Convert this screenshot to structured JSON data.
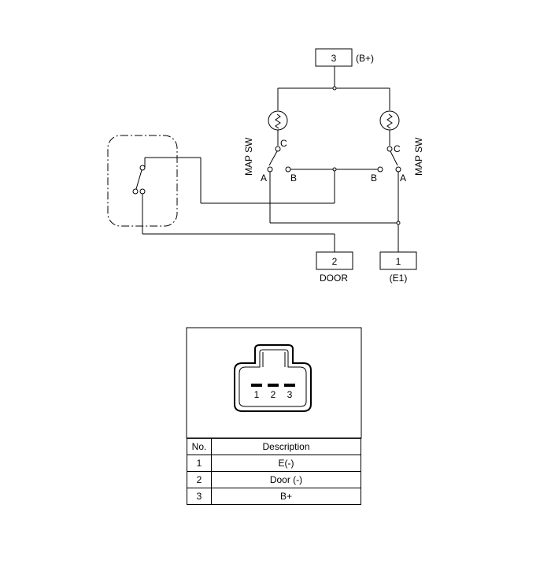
{
  "wiring": {
    "b_plus_terminal": "3",
    "b_plus_label": "(B+)",
    "door_terminal": "2",
    "door_label": "DOOR",
    "e1_terminal": "1",
    "e1_label": "(E1)",
    "left_switch": {
      "name": "MAP SW",
      "c": "C",
      "a": "A",
      "b": "B"
    },
    "right_switch": {
      "name": "MAP SW",
      "c": "C",
      "a": "A",
      "b": "B"
    }
  },
  "connector": {
    "pins": [
      "1",
      "2",
      "3"
    ]
  },
  "pin_table": {
    "headers": [
      "No.",
      "Description"
    ],
    "rows": [
      {
        "no": "1",
        "desc": "E(-)"
      },
      {
        "no": "2",
        "desc": "Door (-)"
      },
      {
        "no": "3",
        "desc": "B+"
      }
    ]
  }
}
